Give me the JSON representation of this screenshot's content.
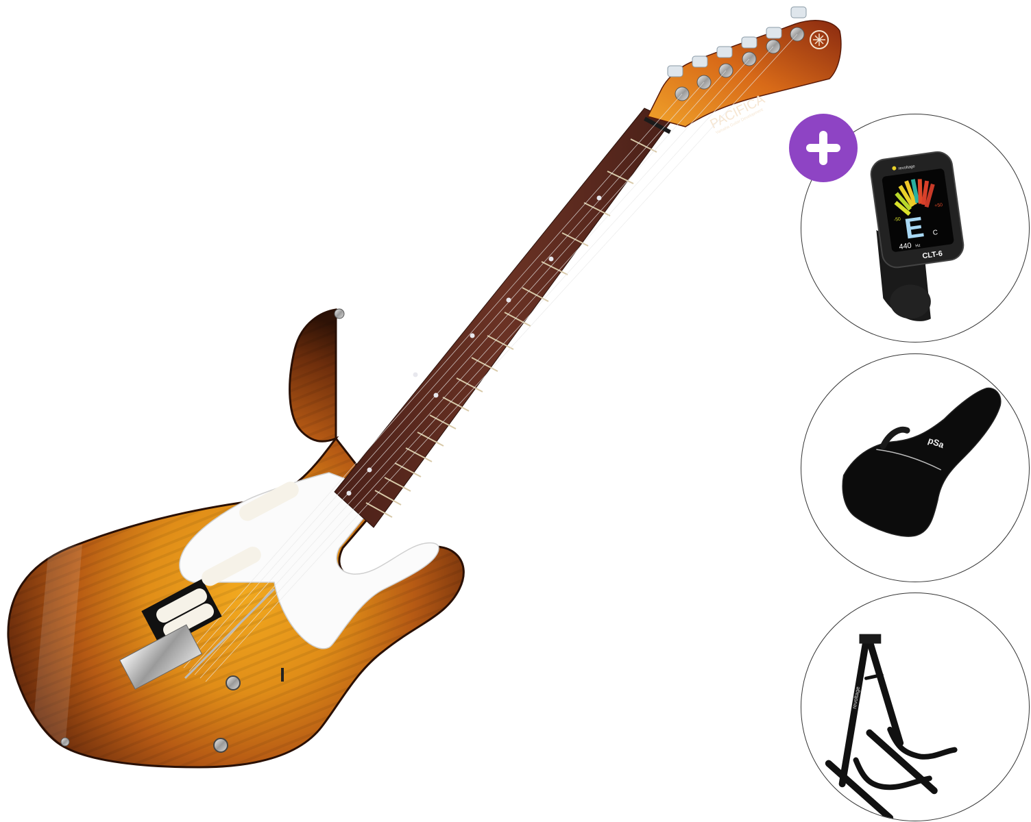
{
  "product": {
    "main_item": "Electric guitar",
    "headstock_logo_text": "PACIFICA",
    "headstock_sub_text": "Yamaha Guitar Development",
    "finish_colors": {
      "body_center": "#e89a1c",
      "body_mid": "#b85a14",
      "body_edge": "#3a1808",
      "pickguard": "#ffffff",
      "fretboard": "#5a2a1e"
    }
  },
  "bundle": {
    "badge_icon": "plus-icon",
    "badge_color": "#8e44c4",
    "accessories": [
      {
        "name": "Clip-on tuner",
        "brand_text": "revoltage",
        "display_note": "E",
        "display_sub": "C",
        "display_freq": "440",
        "display_freq_unit": "Hz",
        "display_scale_left": "-50",
        "display_scale_right": "+50",
        "model_label": "CLT-6"
      },
      {
        "name": "Gig bag",
        "brand_text": "pSa"
      },
      {
        "name": "Guitar stand",
        "brand_text": "revoltage"
      }
    ]
  }
}
